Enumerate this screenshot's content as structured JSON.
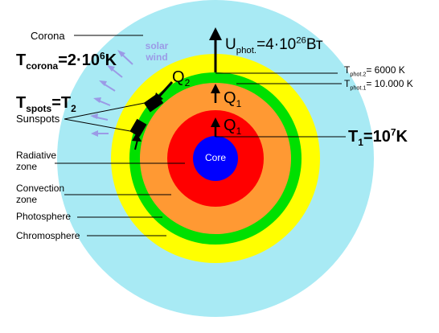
{
  "labels": {
    "corona": "Corona",
    "t_corona": {
      "pre": "T",
      "sub": "corona",
      "mid": "=2·10",
      "sup": "6",
      "post": "K"
    },
    "solar_wind_line1": "solar",
    "solar_wind_line2": "wind",
    "t_spots": {
      "pre": "T",
      "sub": "spots",
      "mid": "=T",
      "sub2": "2"
    },
    "sunspots": "Sunspots",
    "radiative_line1": "Radiative",
    "radiative_line2": "zone",
    "convection_line1": "Convection",
    "convection_line2": "zone",
    "photosphere": "Photosphere",
    "chromosphere": "Chromosphere",
    "core": "Core",
    "u_phot": {
      "pre": "U",
      "sub": "phot.",
      "mid": "=4·10",
      "sup": "26",
      "post": "Вт"
    },
    "t_phot2": {
      "pre": "T",
      "sub": "phot.2",
      "post": "= 6000 K"
    },
    "t_phot1": {
      "pre": "T",
      "sub": "phot.1",
      "post": "= 10.000 K"
    },
    "t1": {
      "pre": "T",
      "sub": "1",
      "mid": "=10",
      "sup": "7",
      "post": "K"
    },
    "q2": {
      "pre": "Q",
      "sub": "2"
    },
    "q1_upper": {
      "pre": "Q",
      "sub": "1"
    },
    "q1_lower": {
      "pre": "Q",
      "sub": "1"
    }
  },
  "colors": {
    "corona": "#a8eaf4",
    "chromosphere": "#ffff00",
    "photosphere": "#00e000",
    "convection": "#ff9933",
    "radiative": "#ff0000",
    "core": "#0000ff",
    "wind": "#9b9ae6"
  }
}
